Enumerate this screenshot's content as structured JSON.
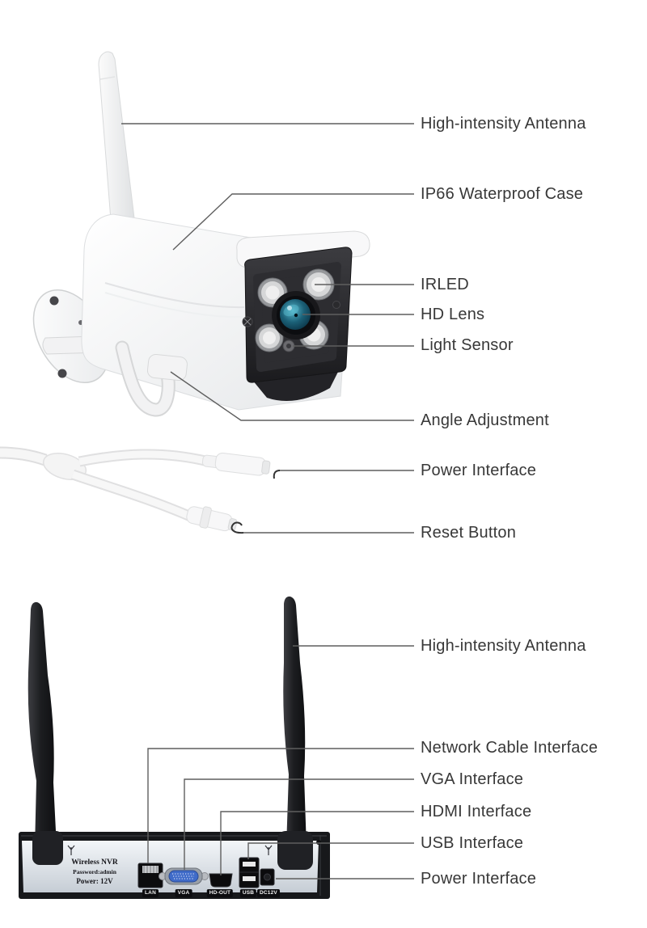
{
  "background": "#ffffff",
  "line_color": "#5f5f5f",
  "text_color": "#383838",
  "camera": {
    "labels": [
      {
        "text": "High-intensity Antenna"
      },
      {
        "text": "IP66 Waterproof Case"
      },
      {
        "text": "IRLED"
      },
      {
        "text": "HD Lens"
      },
      {
        "text": "Light Sensor"
      },
      {
        "text": "Angle Adjustment"
      },
      {
        "text": "Power Interface"
      },
      {
        "text": "Reset Button"
      }
    ]
  },
  "nvr": {
    "labels": [
      {
        "text": "High-intensity Antenna"
      },
      {
        "text": "Network Cable Interface"
      },
      {
        "text": "VGA Interface"
      },
      {
        "text": "HDMI Interface"
      },
      {
        "text": "USB Interface"
      },
      {
        "text": "Power Interface"
      }
    ],
    "panel": {
      "line1": "Wireless NVR",
      "line2": "Password:admin",
      "line3": "Power: 12V",
      "antenna_icon": "antenna-symbol",
      "ports": [
        {
          "label": "LAN"
        },
        {
          "label": "VGA"
        },
        {
          "label": "HD-OUT"
        },
        {
          "label": "USB"
        },
        {
          "label": "DC12V"
        }
      ]
    }
  }
}
